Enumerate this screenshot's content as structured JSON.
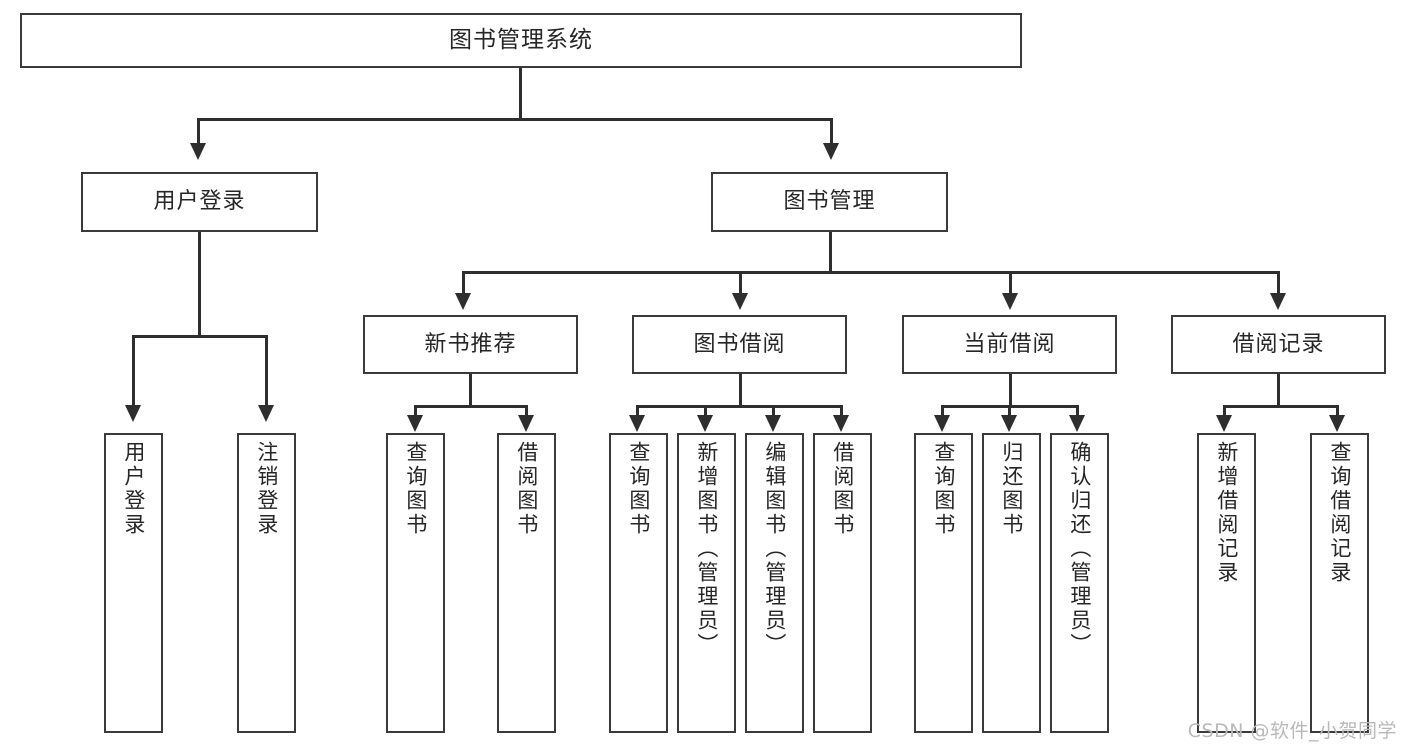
{
  "diagram": {
    "type": "tree-hierarchy",
    "root": {
      "label": "图书管理系统"
    },
    "level1": [
      {
        "label": "用户登录"
      },
      {
        "label": "图书管理"
      }
    ],
    "level2": [
      {
        "label": "新书推荐"
      },
      {
        "label": "图书借阅"
      },
      {
        "label": "当前借阅"
      },
      {
        "label": "借阅记录"
      }
    ],
    "leaves_user_login": [
      {
        "label": "用户登录"
      },
      {
        "label": "注销登录"
      }
    ],
    "leaves_new_book": [
      {
        "label": "查询图书"
      },
      {
        "label": "借阅图书"
      }
    ],
    "leaves_borrow": [
      {
        "label": "查询图书"
      },
      {
        "label": "新增图书（管理员）"
      },
      {
        "label": "编辑图书（管理员）"
      },
      {
        "label": "借阅图书"
      }
    ],
    "leaves_current": [
      {
        "label": "查询图书"
      },
      {
        "label": "归还图书"
      },
      {
        "label": "确认归还（管理员）"
      }
    ],
    "leaves_record": [
      {
        "label": "新增借阅记录"
      },
      {
        "label": "查询借阅记录"
      }
    ]
  },
  "watermark": {
    "text": "CSDN @软件_小贺同学"
  },
  "colors": {
    "border": "#3a3a3a",
    "line": "#2e2e2e",
    "text": "#262626",
    "background": "#ffffff",
    "watermark": "#b9b9b9"
  }
}
